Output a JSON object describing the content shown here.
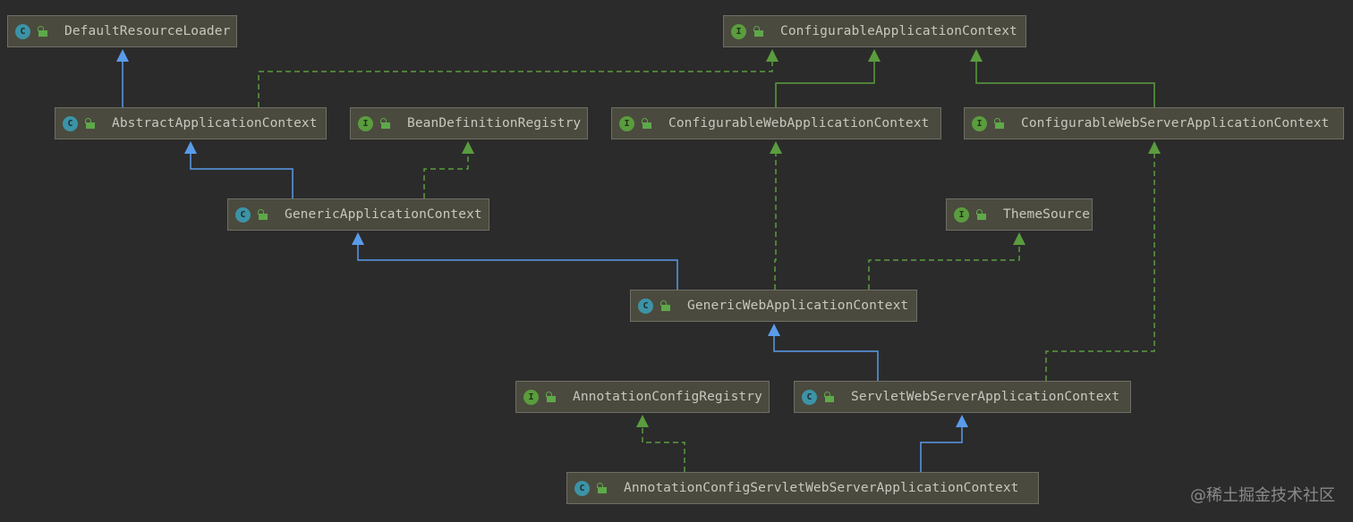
{
  "diagram": {
    "nodes": [
      {
        "id": "DefaultResourceLoader",
        "label": "DefaultResourceLoader",
        "kind": "class",
        "kind_letter": "C"
      },
      {
        "id": "ConfigurableApplicationContext",
        "label": "ConfigurableApplicationContext",
        "kind": "interface",
        "kind_letter": "I"
      },
      {
        "id": "AbstractApplicationContext",
        "label": "AbstractApplicationContext",
        "kind": "abstract-class",
        "kind_letter": "C"
      },
      {
        "id": "BeanDefinitionRegistry",
        "label": "BeanDefinitionRegistry",
        "kind": "interface",
        "kind_letter": "I"
      },
      {
        "id": "ConfigurableWebApplicationContext",
        "label": "ConfigurableWebApplicationContext",
        "kind": "interface",
        "kind_letter": "I"
      },
      {
        "id": "ConfigurableWebServerApplicationContext",
        "label": "ConfigurableWebServerApplicationContext",
        "kind": "interface",
        "kind_letter": "I"
      },
      {
        "id": "GenericApplicationContext",
        "label": "GenericApplicationContext",
        "kind": "class",
        "kind_letter": "C"
      },
      {
        "id": "ThemeSource",
        "label": "ThemeSource",
        "kind": "interface",
        "kind_letter": "I"
      },
      {
        "id": "GenericWebApplicationContext",
        "label": "GenericWebApplicationContext",
        "kind": "class",
        "kind_letter": "C"
      },
      {
        "id": "AnnotationConfigRegistry",
        "label": "AnnotationConfigRegistry",
        "kind": "interface",
        "kind_letter": "I"
      },
      {
        "id": "ServletWebServerApplicationContext",
        "label": "ServletWebServerApplicationContext",
        "kind": "class",
        "kind_letter": "C"
      },
      {
        "id": "AnnotationConfigServletWebServerApplicationContext",
        "label": "AnnotationConfigServletWebServerApplicationContext",
        "kind": "class",
        "kind_letter": "C"
      }
    ],
    "edges": [
      {
        "from": "AbstractApplicationContext",
        "to": "DefaultResourceLoader",
        "type": "extends"
      },
      {
        "from": "AbstractApplicationContext",
        "to": "ConfigurableApplicationContext",
        "type": "implements"
      },
      {
        "from": "ConfigurableWebApplicationContext",
        "to": "ConfigurableApplicationContext",
        "type": "interface-extends"
      },
      {
        "from": "ConfigurableWebServerApplicationContext",
        "to": "ConfigurableApplicationContext",
        "type": "interface-extends"
      },
      {
        "from": "GenericApplicationContext",
        "to": "AbstractApplicationContext",
        "type": "extends"
      },
      {
        "from": "GenericApplicationContext",
        "to": "BeanDefinitionRegistry",
        "type": "implements"
      },
      {
        "from": "GenericWebApplicationContext",
        "to": "GenericApplicationContext",
        "type": "extends"
      },
      {
        "from": "GenericWebApplicationContext",
        "to": "ConfigurableWebApplicationContext",
        "type": "implements"
      },
      {
        "from": "GenericWebApplicationContext",
        "to": "ThemeSource",
        "type": "implements"
      },
      {
        "from": "ServletWebServerApplicationContext",
        "to": "GenericWebApplicationContext",
        "type": "extends"
      },
      {
        "from": "ServletWebServerApplicationContext",
        "to": "ConfigurableWebServerApplicationContext",
        "type": "implements"
      },
      {
        "from": "AnnotationConfigServletWebServerApplicationContext",
        "to": "ServletWebServerApplicationContext",
        "type": "extends"
      },
      {
        "from": "AnnotationConfigServletWebServerApplicationContext",
        "to": "AnnotationConfigRegistry",
        "type": "implements"
      }
    ],
    "colors": {
      "background": "#2b2b2b",
      "extends": "#5a9bea",
      "implements": "#5a9c3e",
      "node_fill": "#4b4a3e",
      "class_badge": "#3c93a6",
      "interface_badge": "#5a9c3e"
    }
  },
  "watermark": "@稀土掘金技术社区"
}
